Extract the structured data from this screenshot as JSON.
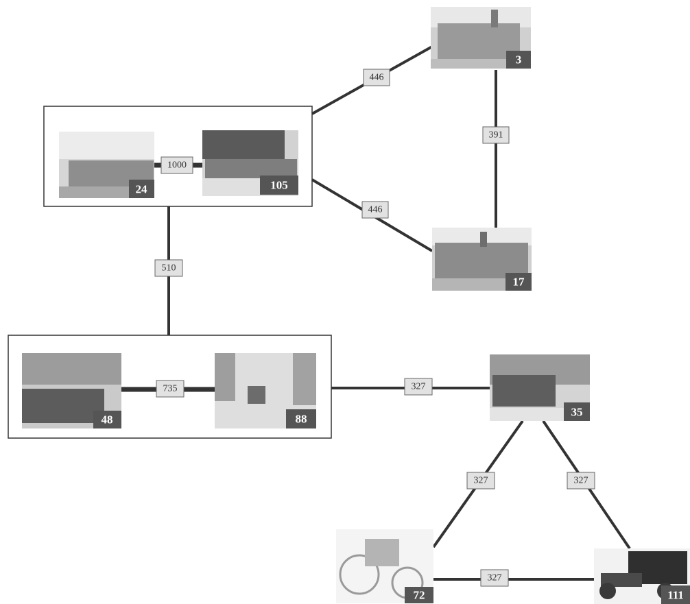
{
  "colors": {
    "edge": "#333333",
    "label_fill": "#e2e2e2",
    "badge": "#555555",
    "photo_light": "#d8d8d8",
    "photo_dark": "#8a8a8a"
  },
  "nodes": [
    {
      "id": "3",
      "label": "3",
      "subject": "station building"
    },
    {
      "id": "17",
      "label": "17",
      "subject": "station building"
    },
    {
      "id": "24",
      "label": "24",
      "subject": "tram car"
    },
    {
      "id": "105",
      "label": "105",
      "subject": "tram car"
    },
    {
      "id": "48",
      "label": "48",
      "subject": "steam train"
    },
    {
      "id": "88",
      "label": "88",
      "subject": "boulevard street scene"
    },
    {
      "id": "35",
      "label": "35",
      "subject": "bus in street"
    },
    {
      "id": "72",
      "label": "72",
      "subject": "early automobile"
    },
    {
      "id": "111",
      "label": "111",
      "subject": "vintage taxi"
    }
  ],
  "edges": [
    {
      "from": "24",
      "to": "105",
      "weight": "1000"
    },
    {
      "from": "48",
      "to": "88",
      "weight": "735"
    },
    {
      "from": "group-24-105",
      "to": "3",
      "weight": "446"
    },
    {
      "from": "group-24-105",
      "to": "17",
      "weight": "446"
    },
    {
      "from": "3",
      "to": "17",
      "weight": "391"
    },
    {
      "from": "group-24-105",
      "to": "group-48-88",
      "weight": "510"
    },
    {
      "from": "group-48-88",
      "to": "35",
      "weight": "327"
    },
    {
      "from": "35",
      "to": "72",
      "weight": "327"
    },
    {
      "from": "35",
      "to": "111",
      "weight": "327"
    },
    {
      "from": "72",
      "to": "111",
      "weight": "327"
    }
  ]
}
